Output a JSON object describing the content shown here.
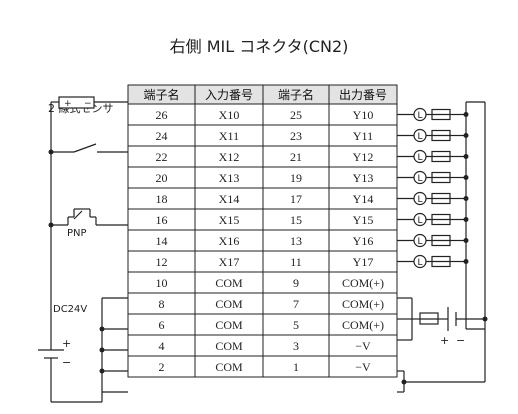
{
  "title": "右側 MIL コネクタ(CN2)",
  "table": {
    "headers": [
      "端子名",
      "入力番号",
      "端子名",
      "出力番号"
    ],
    "rows": [
      [
        "26",
        "X10",
        "25",
        "Y10"
      ],
      [
        "24",
        "X11",
        "23",
        "Y11"
      ],
      [
        "22",
        "X12",
        "21",
        "Y12"
      ],
      [
        "20",
        "X13",
        "19",
        "Y13"
      ],
      [
        "18",
        "X14",
        "17",
        "Y14"
      ],
      [
        "16",
        "X15",
        "15",
        "Y15"
      ],
      [
        "14",
        "X16",
        "13",
        "Y16"
      ],
      [
        "12",
        "X17",
        "11",
        "Y17"
      ],
      [
        "10",
        "COM",
        "9",
        "COM(+)"
      ],
      [
        "8",
        "COM",
        "7",
        "COM(+)"
      ],
      [
        "6",
        "COM",
        "5",
        "COM(+)"
      ],
      [
        "4",
        "COM",
        "3",
        "−V"
      ],
      [
        "2",
        "COM",
        "1",
        "−V"
      ]
    ]
  },
  "labels": {
    "two_wire_sensor": "2 線式センサ",
    "sensor_plus": "+",
    "sensor_minus": "−",
    "pnp": "PNP",
    "dc24v": "DC24V",
    "input_plus": "+",
    "input_minus": "−",
    "output_plus": "+",
    "output_minus": "−",
    "load_symbol": "L"
  },
  "colors": {
    "header_bg": "#e3e3e3",
    "line": "#222222"
  }
}
